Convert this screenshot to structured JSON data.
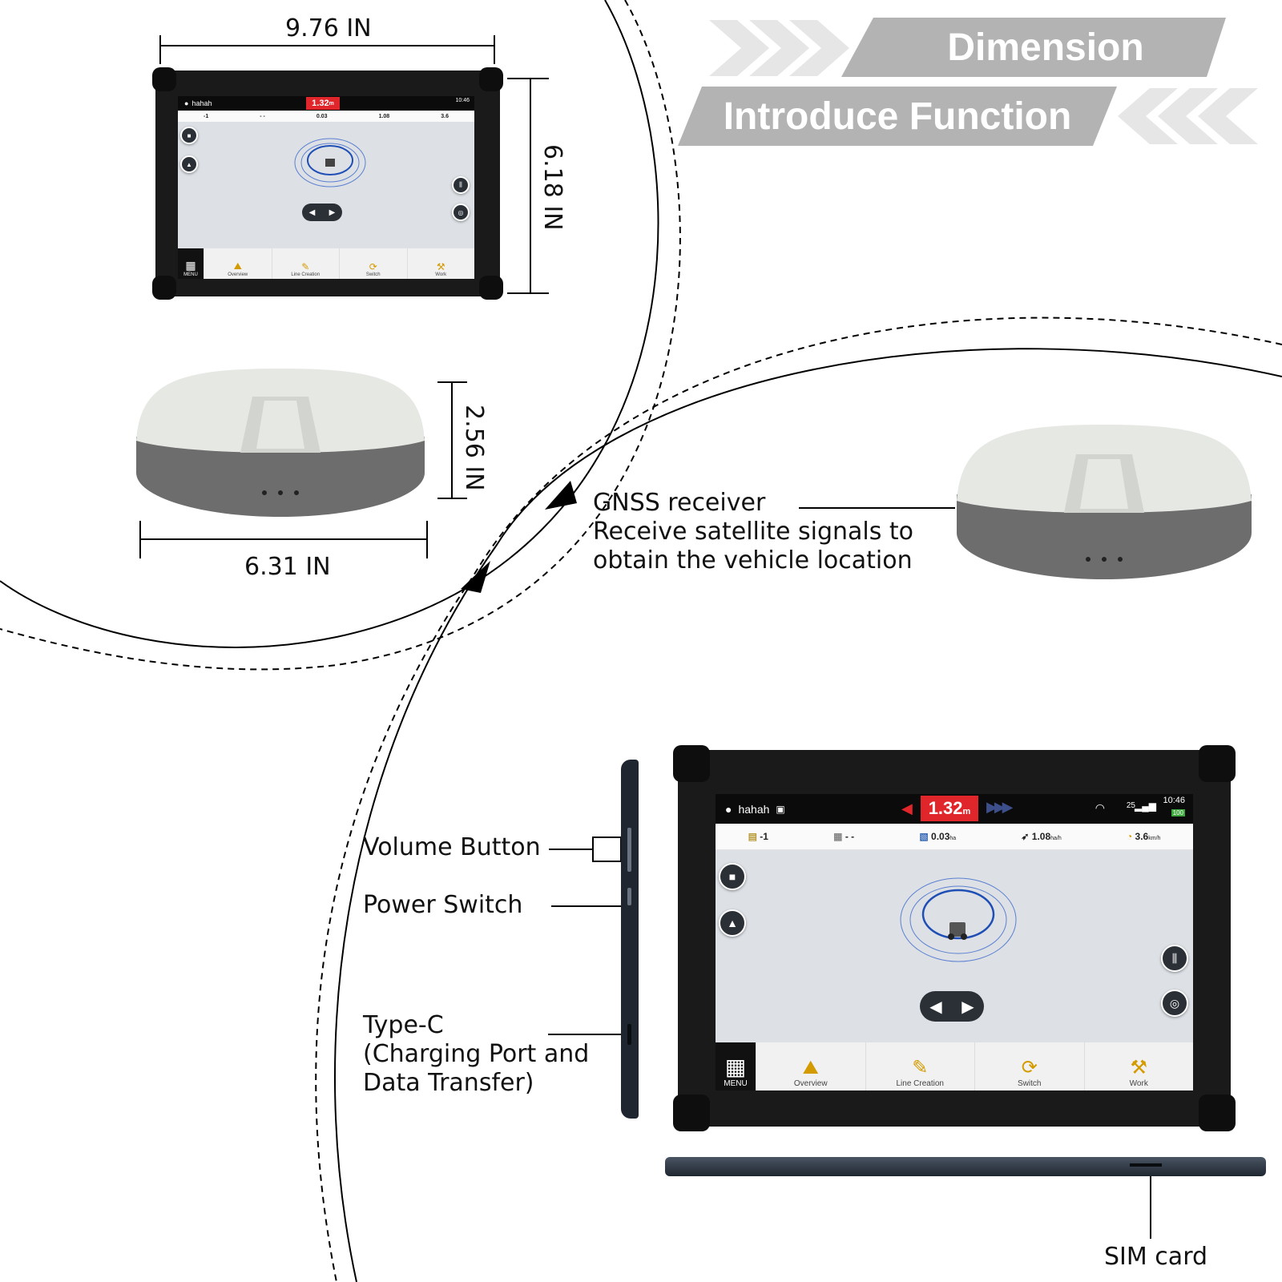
{
  "banner": {
    "dimension": "Dimension",
    "function": "Introduce Function"
  },
  "dimensions": {
    "tablet_width": "9.76 IN",
    "tablet_height": "6.18 IN",
    "receiver_height": "2.56 IN",
    "receiver_width": "6.31 IN"
  },
  "callouts": {
    "gnss_title": "GNSS receiver",
    "gnss_desc_1": "Receive satellite signals to",
    "gnss_desc_2": "obtain the vehicle location",
    "volume_button": "Volume Button",
    "power_switch": "Power Switch",
    "typec_1": "Type-C",
    "typec_2": "(Charging Port and",
    "typec_3": "Data Transfer)",
    "sim_card": "SIM card"
  },
  "screen": {
    "location": "hahah",
    "distance": "1.32",
    "distance_unit": "m",
    "time": "10:46",
    "battery": "100",
    "signal_count": "25",
    "metrics": [
      {
        "icon": "field-icon",
        "value": "-1",
        "unit": ""
      },
      {
        "icon": "grid-icon",
        "value": "- -",
        "unit": ""
      },
      {
        "icon": "area-icon",
        "value": "0.03",
        "unit": "ha"
      },
      {
        "icon": "rate-icon",
        "value": "1.08",
        "unit": "ha/h"
      },
      {
        "icon": "speed-icon",
        "value": "3.6",
        "unit": "km/h"
      }
    ],
    "tabs": {
      "menu": "MENU",
      "overview": "Overview",
      "line_creation": "Line Creation",
      "switch": "Switch",
      "work": "Work"
    }
  },
  "colors": {
    "banner_gray": "#b3b3b3",
    "alert_red": "#e0262b",
    "receiver_top": "#e6e8e4",
    "receiver_base": "#6d6d6d"
  }
}
